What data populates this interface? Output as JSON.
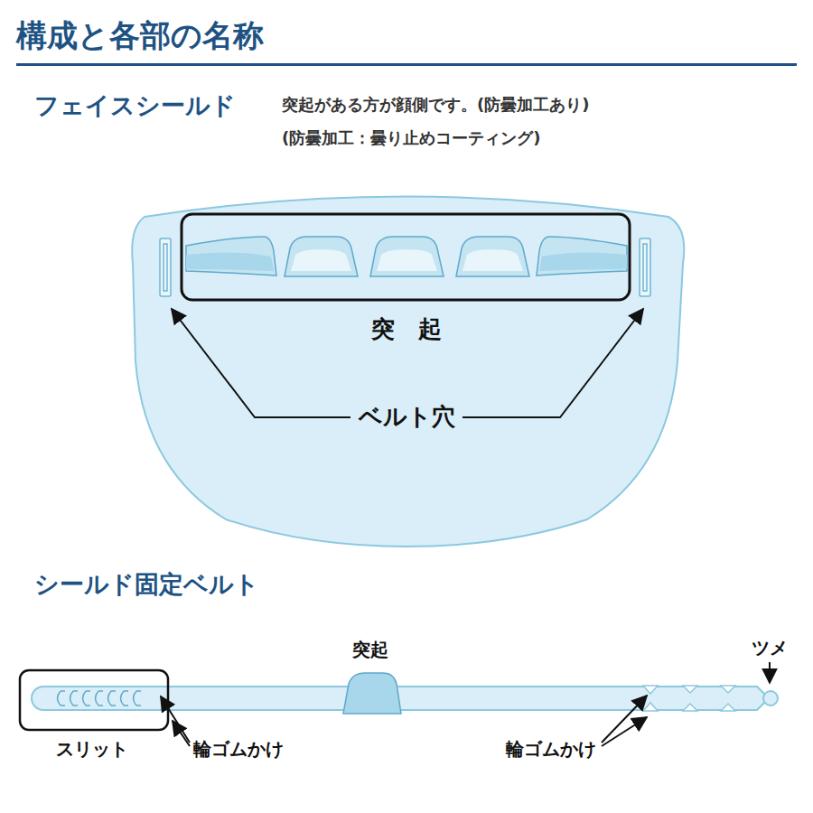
{
  "diagram": {
    "title": "構成と各部の名称",
    "labels": [
      "フェイスシールド",
      "突起がある方が顔側です。(防曇加工あり)",
      "(防曇加工：曇り止めコーティング)",
      "突　起",
      "ベルト穴",
      "シールド固定ベルト",
      "突起",
      "ツメ",
      "スリット",
      "輪ゴムかけ",
      "輪ゴムかけ"
    ]
  }
}
